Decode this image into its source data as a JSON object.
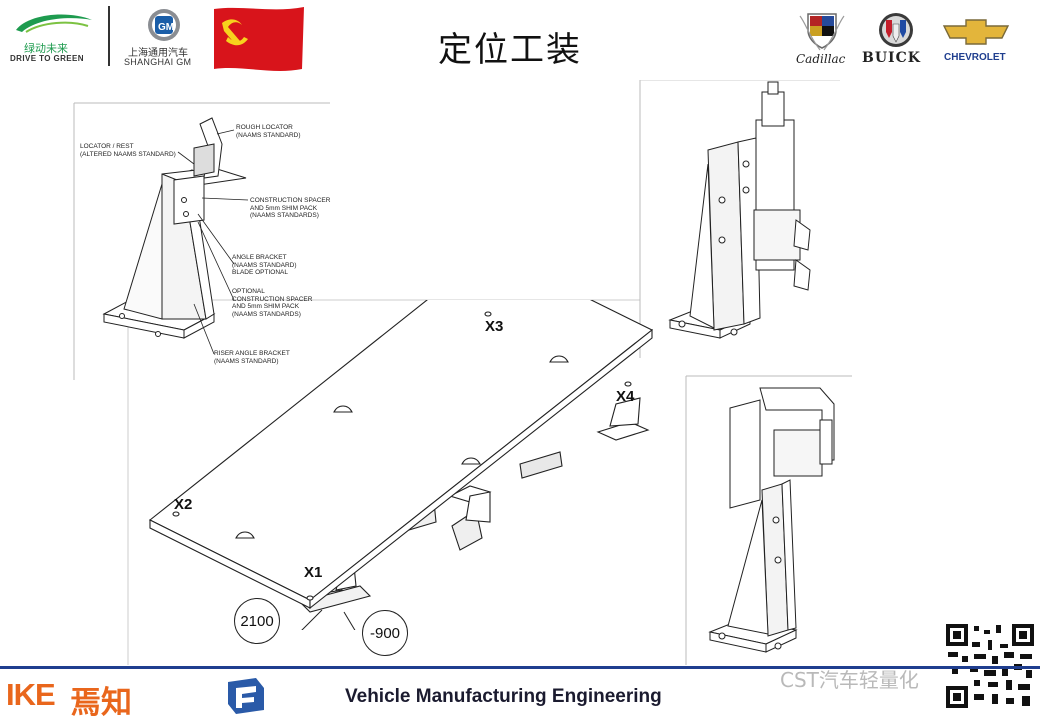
{
  "header": {
    "title": "定位工装",
    "logo_green_top": "绿动未来",
    "logo_green_bottom": "DRIVE TO GREEN",
    "logo_sgm_top": "上海通用汽车",
    "logo_sgm_bottom": "SHANGHAI GM",
    "logo_cadillac": "Cadillac",
    "logo_buick": "BUICK",
    "logo_chevrolet": "CHEVROLET"
  },
  "drawing": {
    "callouts": {
      "rough_locator": "ROUGH LOCATOR\n(NAAMS STANDARD)",
      "locator_rest": "LOCATOR / REST\n(ALTERED NAAMS STANDARD)",
      "construction_spacer": "CONSTRUCTION SPACER\nAND 5mm SHIM PACK\n(NAAMS STANDARDS)",
      "angle_bracket": "ANGLE BRACKET\n(NAAMS STANDARD)\nBLADE OPTIONAL",
      "optional_spacer": "OPTIONAL\nCONSTRUCTION SPACER\nAND 5mm SHIM PACK\n(NAAMS STANDARDS)",
      "riser_bracket": "RISER ANGLE BRACKET\n(NAAMS STANDARD)"
    },
    "points": {
      "x1": "X1",
      "x2": "X2",
      "x3": "X3",
      "x4": "X4"
    },
    "dimensions": {
      "d1": "2100",
      "d2": "-900"
    }
  },
  "footer": {
    "ike_latin": "IKE",
    "ike_chinese": "焉知",
    "text": "Vehicle Manufacturing Engineering",
    "watermark": "CST汽车轻量化"
  },
  "colors": {
    "footer_line": "#1f3e8f",
    "flag_red": "#d8141b",
    "ike_orange": "#e9661c",
    "green": "#1e9b4f"
  }
}
